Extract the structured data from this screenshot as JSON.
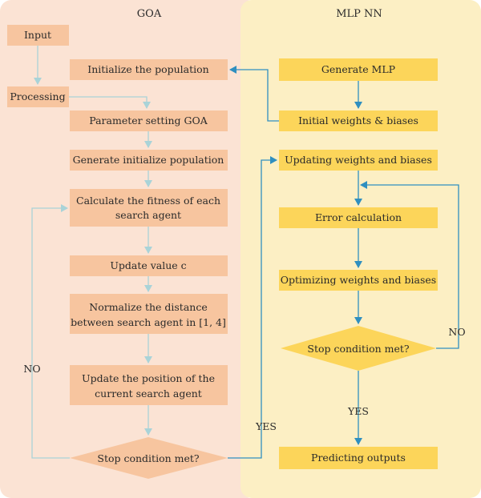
{
  "goa": {
    "title": "GOA",
    "input": "Input",
    "processing": "Processing",
    "init_population": "Initialize the population",
    "parameter_setting": "Parameter setting GOA",
    "generate_init_population": "Generate initialize population",
    "calc_fitness_line1": "Calculate the fitness of each",
    "calc_fitness_line2": "search agent",
    "update_c": "Update value c",
    "normalize_line1": "Normalize the distance",
    "normalize_line2": "between search agent in [1, 4]",
    "update_position_line1": "Update the position of the",
    "update_position_line2": "current search agent",
    "stop_condition": "Stop condition met?",
    "no_label": "NO"
  },
  "mlp": {
    "title": "MLP NN",
    "generate_mlp": "Generate MLP",
    "initial_weights": "Initial weights & biases",
    "updating_weights": "Updating weights and biases",
    "error_calc": "Error calculation",
    "optimizing_weights": "Optimizing weights and biases",
    "stop_condition": "Stop condition met?",
    "no_label": "NO",
    "yes_label": "YES",
    "predicting_outputs": "Predicting outputs"
  },
  "cross": {
    "yes_label": "YES"
  },
  "colors": {
    "goa_panel": "#fbe3d4",
    "goa_box": "#f7c59f",
    "mlp_panel": "#fcefc4",
    "mlp_box": "#fcd55a",
    "arrow_goa": "#a9d3d8",
    "arrow_mlp": "#2f8fc0"
  }
}
